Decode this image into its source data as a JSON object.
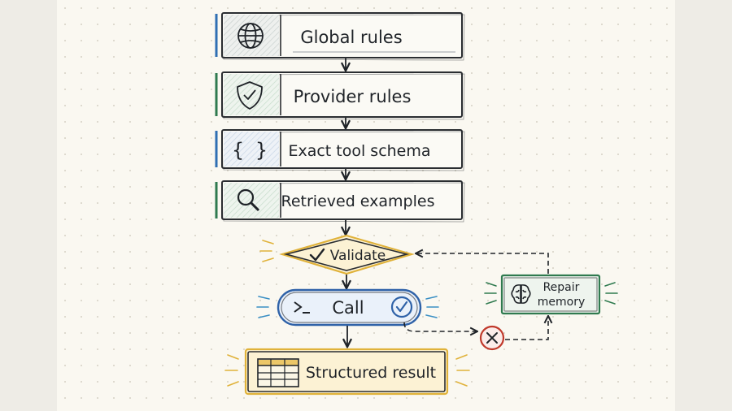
{
  "steps": [
    {
      "label": "Global rules",
      "icon": "globe-icon",
      "accent": "#2f6fb3"
    },
    {
      "label": "Provider rules",
      "icon": "shield-check-icon",
      "accent": "#2f7a4f"
    },
    {
      "label": "Exact tool schema",
      "icon": "braces-icon",
      "accent": "#2f6fb3"
    },
    {
      "label": "Retrieved examples",
      "icon": "magnifier-icon",
      "accent": "#2f7a4f"
    }
  ],
  "validate": {
    "label": "Validate",
    "icon": "checkmark-icon",
    "color": "#e0b23a"
  },
  "call": {
    "label": "Call",
    "icon": "terminal-prompt-icon",
    "status_icon": "check-circle-icon",
    "color": "#2f62a8"
  },
  "result": {
    "label": "Structured result",
    "icon": "table-icon",
    "color": "#e0b23a"
  },
  "repair": {
    "label_line1": "Repair",
    "label_line2": "memory",
    "icon": "brain-icon",
    "color": "#2f7a4f"
  },
  "error": {
    "icon": "x-circle-icon",
    "color": "#c0392b"
  }
}
